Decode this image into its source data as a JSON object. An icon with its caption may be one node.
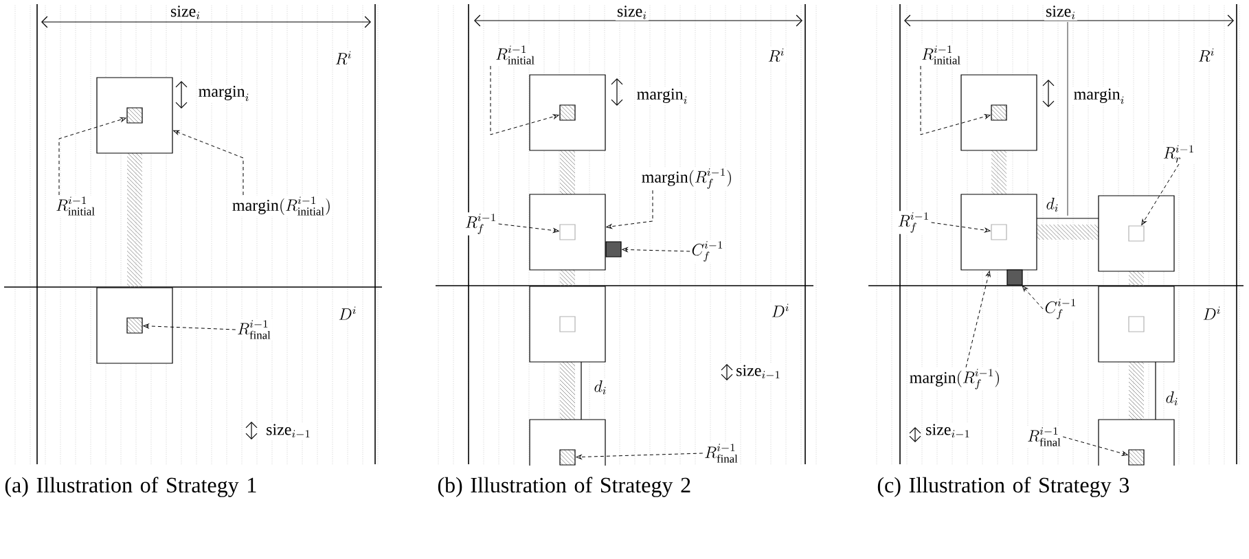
{
  "diagram": {
    "nodes": [
      {
        "text": [],
        "shape": "box"
      },
      {
        "text": [],
        "shape": "box",
        "in": 0
      },
      {
        "text": [],
        "shape": "box"
      },
      {
        "text": [],
        "shape": "box",
        "in": 2
      },
      {
        "text": [
          "R^{i-1}_{\\mathrm{initial}}"
        ]
      },
      {
        "text": [
          "\\mathrm{margin}(R^{i-1}_{\\mathrm{initial}})"
        ]
      },
      {
        "text": [
          "R^{i-1}_{\\mathrm{final}}"
        ]
      },
      {
        "text": [],
        "shape": "box"
      },
      {
        "text": [],
        "shape": "box",
        "in": 7
      },
      {
        "text": [],
        "shape": "box"
      },
      {
        "text": [],
        "shape": "box",
        "in": 9
      },
      {
        "text": [],
        "shape": "box"
      },
      {
        "text": [],
        "shape": "box"
      },
      {
        "text": [],
        "shape": "box",
        "in": 12
      },
      {
        "text": [],
        "shape": "box"
      },
      {
        "text": [],
        "shape": "box",
        "in": 14
      },
      {
        "text": [
          "R^{i-1}_{\\mathrm{initial}}"
        ]
      },
      {
        "text": [
          "\\mathrm{margin}(R^{i-1}_{f})"
        ]
      },
      {
        "text": [
          "R^{i-1}_{f}"
        ]
      },
      {
        "text": [
          "C^{i-1}_{f}"
        ]
      },
      {
        "text": [
          "R^{i-1}_{\\mathrm{final}}"
        ]
      },
      {
        "text": [],
        "shape": "box"
      },
      {
        "text": [],
        "shape": "box",
        "in": 21
      },
      {
        "text": [],
        "shape": "box"
      },
      {
        "text": [],
        "shape": "box",
        "in": 23
      },
      {
        "text": [],
        "shape": "box"
      },
      {
        "text": [],
        "shape": "box",
        "in": 25
      },
      {
        "text": [],
        "shape": "box"
      },
      {
        "text": [],
        "shape": "box"
      },
      {
        "text": [],
        "shape": "box",
        "in": 28
      },
      {
        "text": [],
        "shape": "box"
      },
      {
        "text": [],
        "shape": "box",
        "in": 30
      },
      {
        "text": [
          "R^{i-1}_{\\mathrm{initial}}"
        ]
      },
      {
        "text": [
          "R^{i-1}_{r}"
        ]
      },
      {
        "text": [
          "R^{i-1}_{f}"
        ]
      },
      {
        "text": [
          "C^{i-1}_{f}"
        ]
      },
      {
        "text": [
          "\\mathrm{margin}(R^{i-1}_{f})"
        ]
      },
      {
        "text": [
          "R^{i-1}_{\\mathrm{final}}"
        ]
      }
    ],
    "edges": [
      {
        "from": 4,
        "to": 1,
        "arrow": "to",
        "style": "dashed"
      },
      {
        "from": 5,
        "to": 0,
        "arrow": "to",
        "style": "dashed"
      },
      {
        "from": 6,
        "to": 3,
        "arrow": "to",
        "style": "dashed"
      },
      {
        "from": 16,
        "to": 8,
        "arrow": "to",
        "style": "dashed"
      },
      {
        "from": 17,
        "to": 9,
        "arrow": "to",
        "style": "dashed"
      },
      {
        "from": 18,
        "to": 10,
        "arrow": "to",
        "style": "dashed"
      },
      {
        "from": 19,
        "to": 11,
        "arrow": "to",
        "style": "dashed"
      },
      {
        "from": 20,
        "to": 15,
        "arrow": "to",
        "style": "dashed"
      },
      {
        "from": 32,
        "to": 22,
        "arrow": "to",
        "style": "dashed"
      },
      {
        "from": 33,
        "to": 26,
        "arrow": "to",
        "style": "dashed"
      },
      {
        "from": 34,
        "to": 24,
        "arrow": "to",
        "style": "dashed"
      },
      {
        "from": 35,
        "to": 27,
        "arrow": "to",
        "style": "dashed"
      },
      {
        "from": 36,
        "to": 23,
        "arrow": "to",
        "style": "dashed"
      },
      {
        "from": 37,
        "to": 31,
        "arrow": "to",
        "style": "dashed"
      }
    ],
    "labels": [
      "\\mathrm{size}_{i}",
      "R^{i}",
      "\\mathrm{margin}_{i}",
      "D^{i}",
      "\\mathrm{size}_{i-1}",
      "\\mathrm{size}_{i}",
      "R^{i}",
      "\\mathrm{margin}_{i}",
      "D^{i}",
      "\\mathrm{size}_{i-1}",
      "d_{i}",
      "\\mathrm{size}_{i}",
      "R^{i}",
      "\\mathrm{margin}_{i}",
      "d_{i}",
      "D^{i}",
      "d_{i}",
      "\\mathrm{size}_{i-1}",
      "(a) Illustration of Strategy 1",
      "(b) Illustration of Strategy 2",
      "(c) Illustration of Strategy 3"
    ]
  }
}
